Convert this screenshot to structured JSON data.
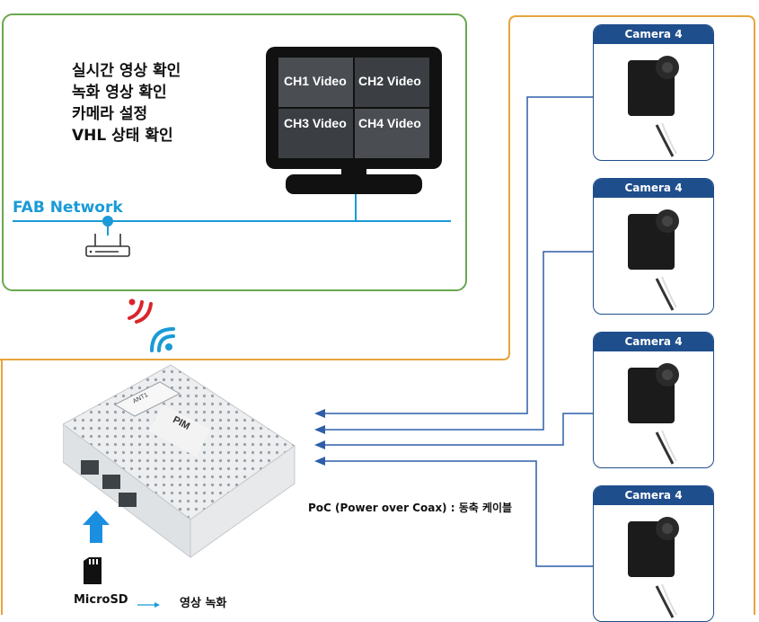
{
  "features": [
    "실시간 영상 확인",
    "녹화 영상 확인",
    "카메라 설정",
    "VHL 상태 확인"
  ],
  "monitor": {
    "channels": [
      "CH1 Video",
      "CH2 Video",
      "CH3 Video",
      "CH4 Video"
    ]
  },
  "network": {
    "label": "FAB Network"
  },
  "cameras": [
    {
      "title": "Camera 4"
    },
    {
      "title": "Camera 4"
    },
    {
      "title": "Camera 4"
    },
    {
      "title": "Camera 4"
    }
  ],
  "device": {
    "port_label": "ANT1",
    "brand": "PIM"
  },
  "poc_label": "PoC (Power over Coax) : 동축 케이블",
  "storage": {
    "label": "MicroSD",
    "action": "영상 녹화"
  },
  "colors": {
    "network_green": "#6aa84f",
    "edge_orange": "#e8a33c",
    "wire_blue": "#2f5ea8",
    "lan_cyan": "#1a9ad6",
    "camera_navy": "#1f4e8c",
    "upload_arrow": "#1a8fe0",
    "signal_red": "#d9262c"
  }
}
